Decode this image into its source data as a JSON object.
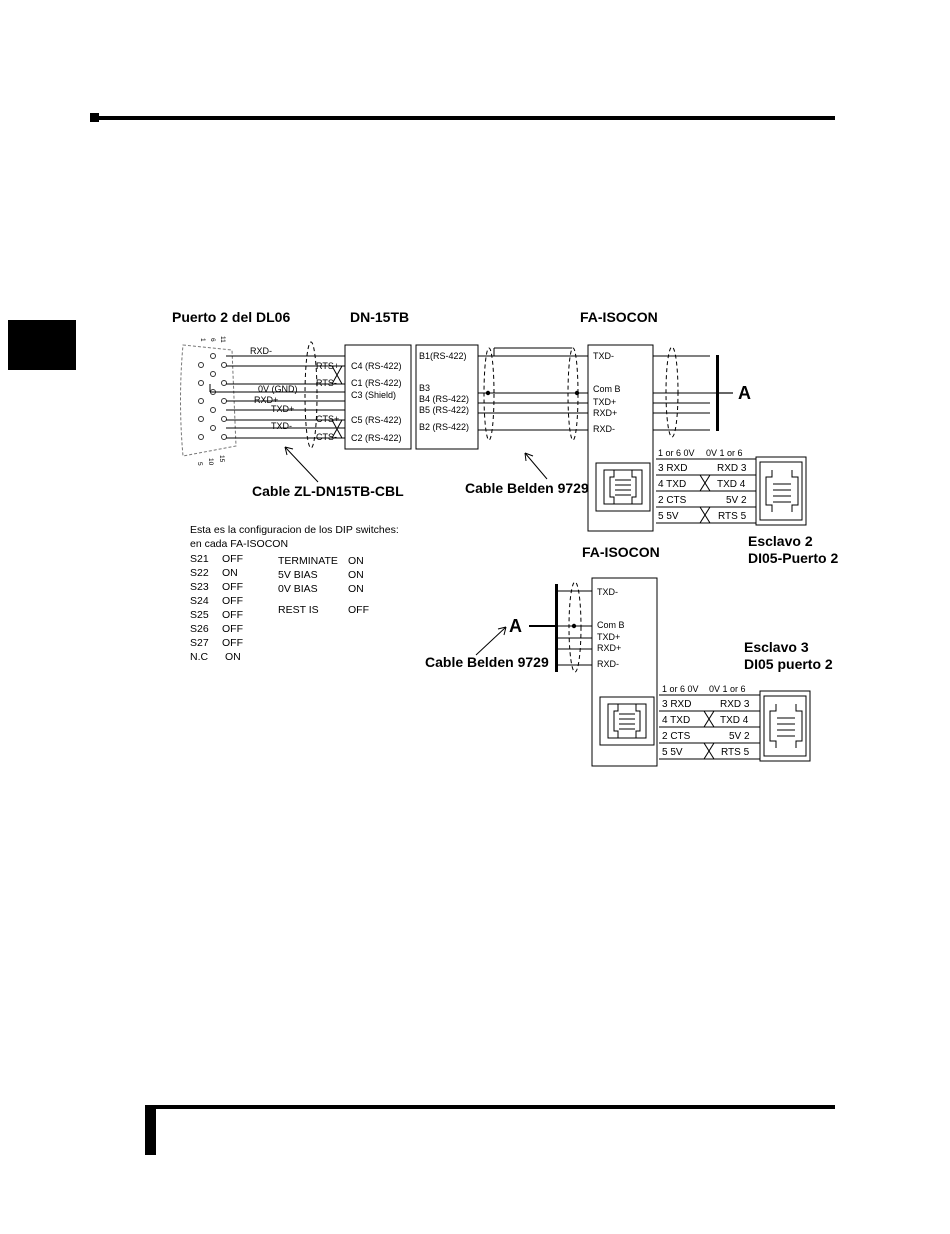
{
  "titles": {
    "port": "Puerto 2 del DL06",
    "terminal_block": "DN-15TB",
    "isocon_top": "FA-ISOCON",
    "isocon_bottom": "FA-ISOCON"
  },
  "cables": {
    "zl": "Cable ZL-DN15TB-CBL",
    "belden_top": "Cable Belden 9729",
    "belden_bottom": "Cable Belden  9729"
  },
  "connector_wires": [
    "RXD-",
    "RTS+",
    "RTS-",
    "0V (GND)",
    "RXD+",
    "TXD+",
    "CTS+",
    "TXD-",
    "CTS-"
  ],
  "tb_c_terminals": [
    "C4 (RS-422)",
    "C1 (RS-422)",
    "C3  (Shield)",
    "C5 (RS-422)",
    "C2 (RS-422)"
  ],
  "tb_b_terminals": [
    "B1(RS-422)",
    "B3",
    "B4 (RS-422)",
    "B5 (RS-422)",
    "B2 (RS-422)"
  ],
  "isocon_terminals": [
    "TXD-",
    "Com B",
    "TXD+",
    "RXD+",
    "RXD-"
  ],
  "bus_label": "A",
  "rj_rows": [
    {
      "left": "1 or 6 0V",
      "right": "0V  1 or 6"
    },
    {
      "left": "3  RXD",
      "right": "RXD  3"
    },
    {
      "left": "4  TXD",
      "right": "TXD  4"
    },
    {
      "left": "2  CTS",
      "right": "5V  2"
    },
    {
      "left": "5  5V",
      "right": "RTS  5"
    }
  ],
  "slaves": {
    "slave2_line1": "Esclavo 2",
    "slave2_line2": "DI05-Puerto 2",
    "slave3_line1": "Esclavo 3",
    "slave3_line2": "DI05 puerto 2"
  },
  "dip": {
    "heading1": "Esta es la configuracion de los DIP switches:",
    "heading2": "en cada FA-ISOCON",
    "switches": [
      {
        "name": "S21",
        "value": "OFF"
      },
      {
        "name": "S22",
        "value": "ON"
      },
      {
        "name": "S23",
        "value": "OFF"
      },
      {
        "name": "S24",
        "value": "OFF"
      },
      {
        "name": "S25",
        "value": "OFF"
      },
      {
        "name": "S26",
        "value": "OFF"
      },
      {
        "name": "S27",
        "value": "OFF"
      },
      {
        "name": "N.C",
        "value": "ON"
      }
    ],
    "settings": [
      {
        "name": "TERMINATE",
        "value": "ON"
      },
      {
        "name": "5V BIAS",
        "value": "ON"
      },
      {
        "name": "0V BIAS",
        "value": "ON"
      },
      {
        "name": "REST IS",
        "value": "OFF"
      }
    ]
  },
  "pin_numbers": {
    "top": [
      "1",
      "6",
      "11"
    ],
    "bottom": [
      "5",
      "10",
      "15"
    ]
  }
}
